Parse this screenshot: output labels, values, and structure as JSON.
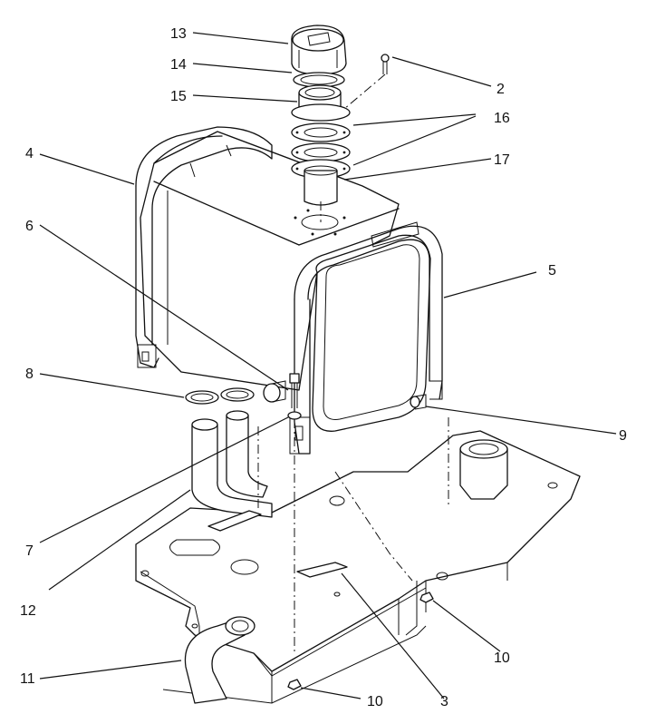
{
  "callouts": {
    "c2": "2",
    "c3": "3",
    "c4": "4",
    "c5": "5",
    "c6": "6",
    "c7": "7",
    "c8": "8",
    "c9": "9",
    "c10a": "10",
    "c10b": "10",
    "c11": "11",
    "c12": "12",
    "c13": "13",
    "c14": "14",
    "c15": "15",
    "c16": "16",
    "c17": "17"
  }
}
